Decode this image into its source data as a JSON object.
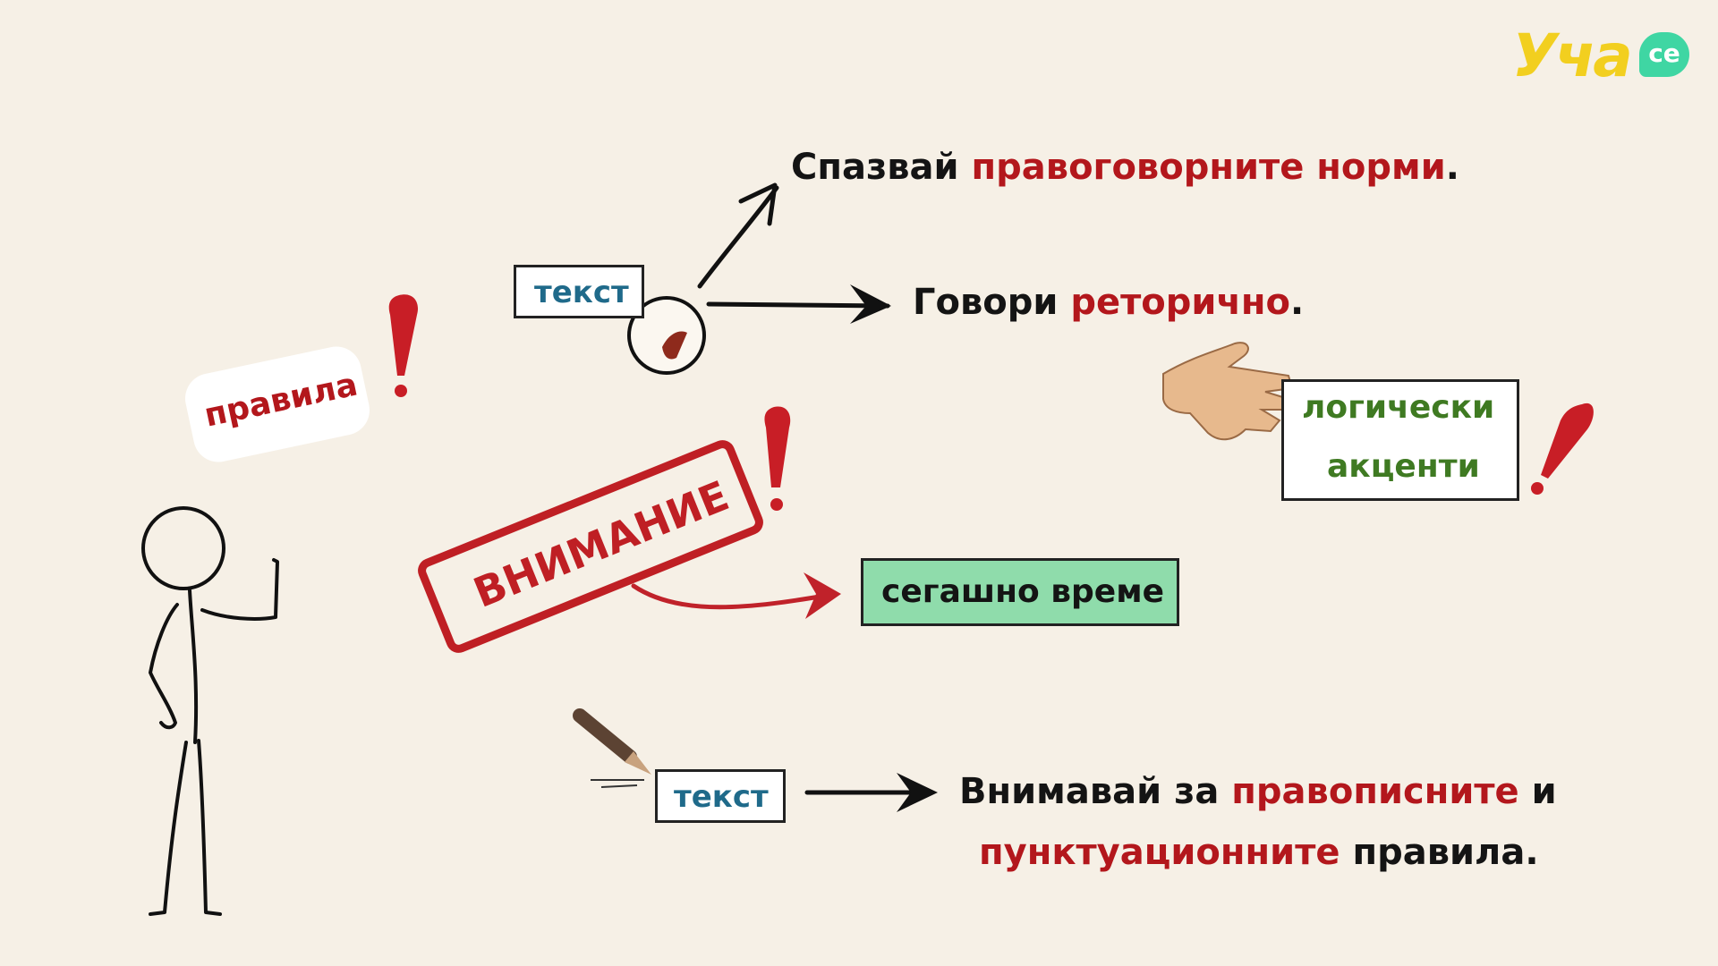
{
  "logo": {
    "word": "Уча",
    "bubble": "се"
  },
  "line1": {
    "prefix": "Спазвай",
    "highlight": "правоговорните норми",
    "suffix": "."
  },
  "line2": {
    "prefix": "Говори",
    "highlight": "реторично",
    "suffix": "."
  },
  "tag_top": "текст",
  "tag_bottom": "текст",
  "rules_label": "правила",
  "stamp_label": "ВНИМАНИЕ",
  "logic_card": {
    "line1": "логически",
    "line2": "акценти"
  },
  "present_card": "сегашно време",
  "bottom_text": {
    "prefix": "Внимавай за",
    "highlight1": "правописните",
    "connector": "и",
    "highlight2": "пунктуационните",
    "suffix": "правила."
  },
  "colors": {
    "background": "#f6f0e6",
    "red": "#b3171c",
    "green_text": "#3f7a22",
    "green_card": "#8fdcab",
    "blue_text": "#1f6a8a",
    "logo_yellow": "#f2cf1f",
    "logo_green": "#3fd6a3"
  },
  "icons": [
    "stick-figure-icon",
    "exclamation-icon",
    "magnifier-icon",
    "arrow-icon",
    "hand-icon",
    "pencil-icon"
  ]
}
